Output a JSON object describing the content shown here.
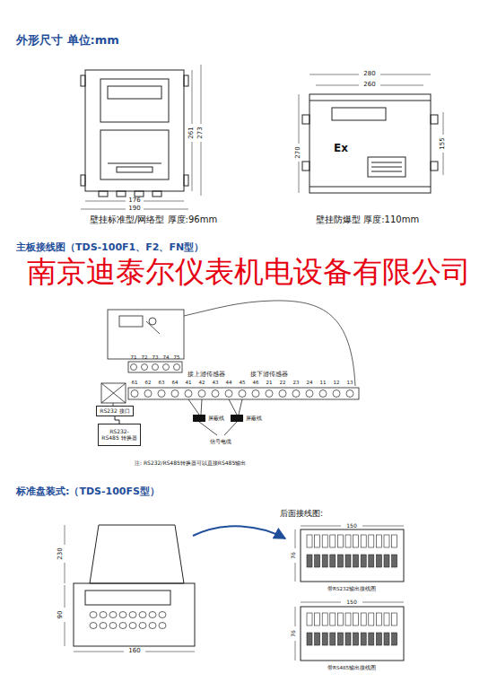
{
  "diagram": {
    "nodes": [
      {
        "text": [
          "RS232 接口"
        ]
      },
      {
        "text": [
          "RS232-RS485 转换器"
        ]
      }
    ],
    "edges": [
      {
        "from": 0,
        "to": 1,
        "arrow": "none"
      }
    ],
    "labels": [
      "外形尺寸 单位:mm",
      "176",
      "190",
      "261",
      "273",
      "壁挂标准型/网络型  厚度:96mm",
      "280",
      "260",
      "270",
      "155",
      "Ex",
      "壁挂防爆型  厚度:110mm",
      "主板接线图（TDS-100F1、F2、FN型）",
      "南京迪泰尔仪表机电设备有限公司",
      "接上游传感器",
      "接下游传感器",
      "71",
      "72",
      "73",
      "74",
      "75",
      "61",
      "62",
      "63",
      "64",
      "41",
      "42",
      "43",
      "44",
      "45",
      "46",
      "21",
      "22",
      "23",
      "24",
      "11",
      "12",
      "13",
      "屏蔽线",
      "屏蔽线",
      "信号电缆",
      "注: RS232/RS485转换器可以直接RS485输出",
      "标准盘装式:（TDS-100FS型）",
      "230",
      "90",
      "160",
      "后面接线图:",
      "150",
      "76",
      "带RS232输出接线图",
      "150",
      "76",
      "带RS485输出接线图"
    ]
  }
}
